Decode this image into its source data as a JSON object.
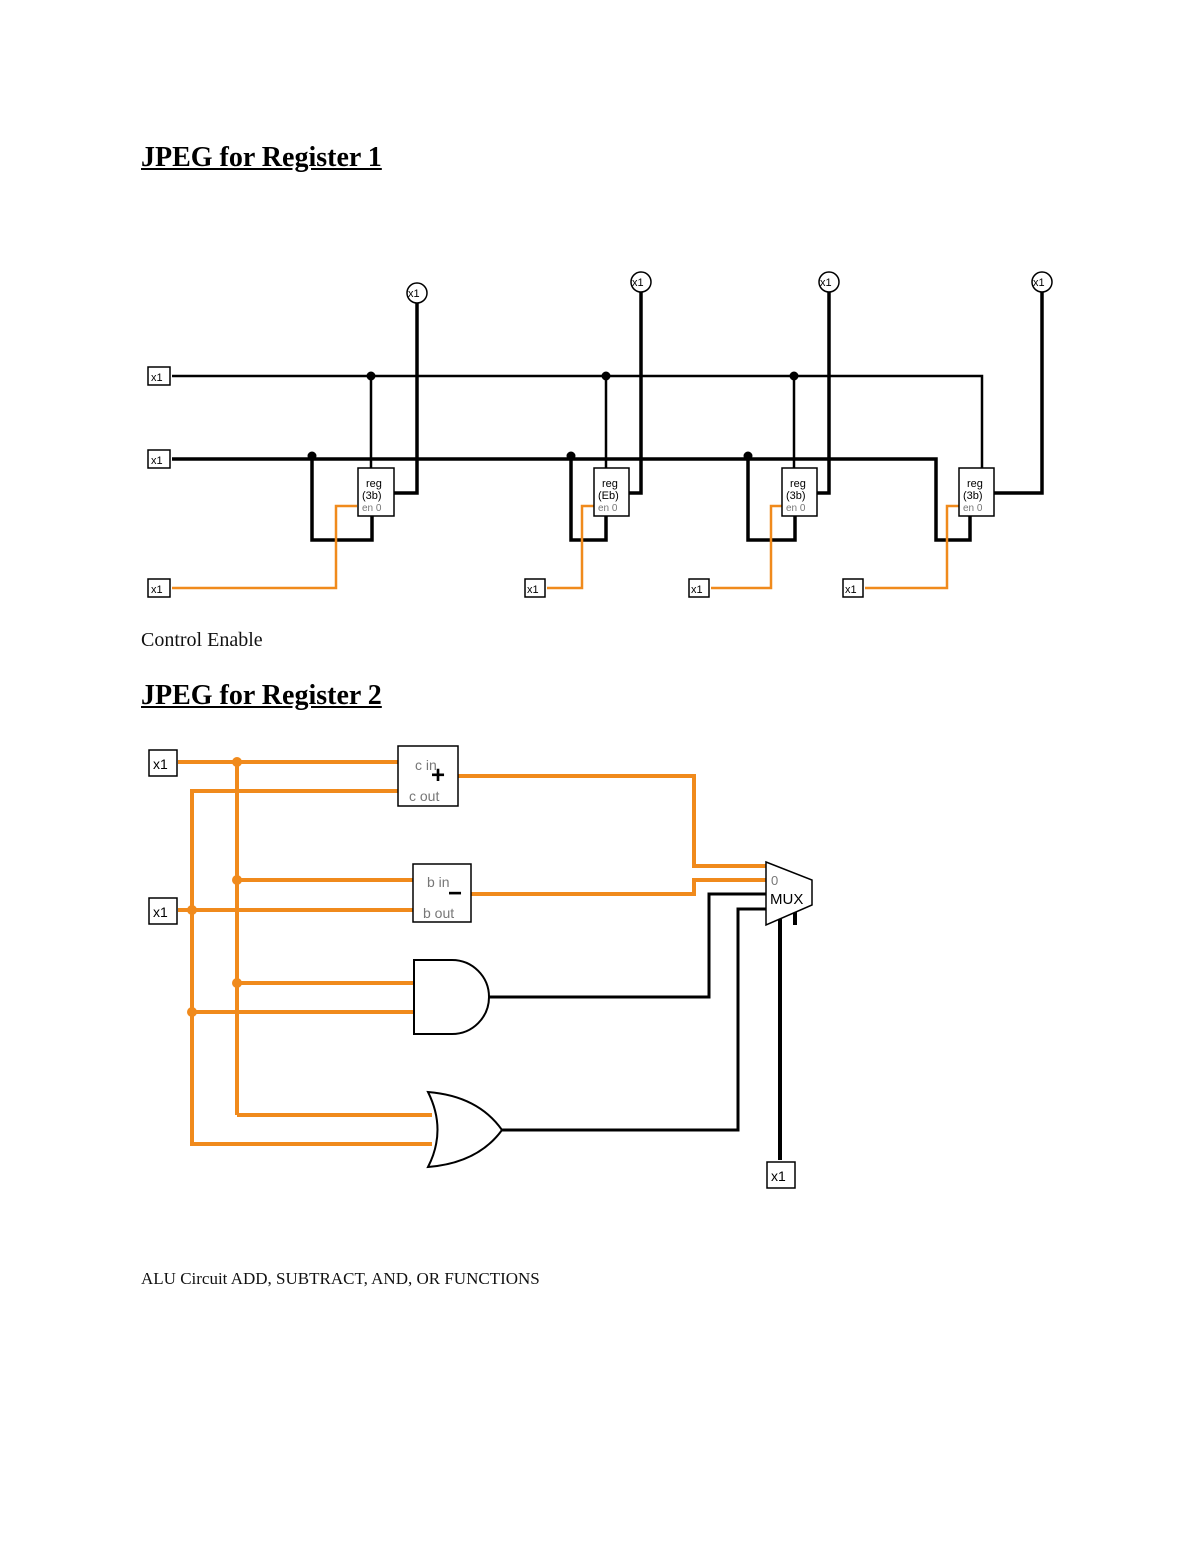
{
  "headings": {
    "register1": "JPEG for Register 1",
    "register2": "JPEG for Register 2"
  },
  "captions": {
    "control_enable": "Control Enable",
    "alu": "ALU Circuit ADD, SUBTRACT, AND, OR FUNCTIONS"
  },
  "colors": {
    "wire_black": "#000000",
    "wire_orange": "#f08a1c",
    "component_label": "#777777"
  },
  "register_diagram": {
    "pin_label": "x1",
    "probe_label": "x1",
    "register_blocks": [
      {
        "line1": "reg",
        "line2": "(3b)",
        "line3": "en 0"
      },
      {
        "line1": "reg",
        "line2": "(Eb)",
        "line3": "en 0"
      },
      {
        "line1": "reg",
        "line2": "(3b)",
        "line3": "en 0"
      },
      {
        "line1": "reg",
        "line2": "(3b)",
        "line3": "en 0"
      }
    ]
  },
  "alu_diagram": {
    "input_label_a": "x1",
    "input_label_b": "x1",
    "select_label": "x1",
    "adder": {
      "top_port": "c in",
      "bottom_port": "c out",
      "symbol": "+"
    },
    "subtractor": {
      "top_port": "b in",
      "bottom_port": "b out",
      "symbol": "−"
    },
    "mux": {
      "label": "MUX",
      "input0": "0"
    }
  }
}
